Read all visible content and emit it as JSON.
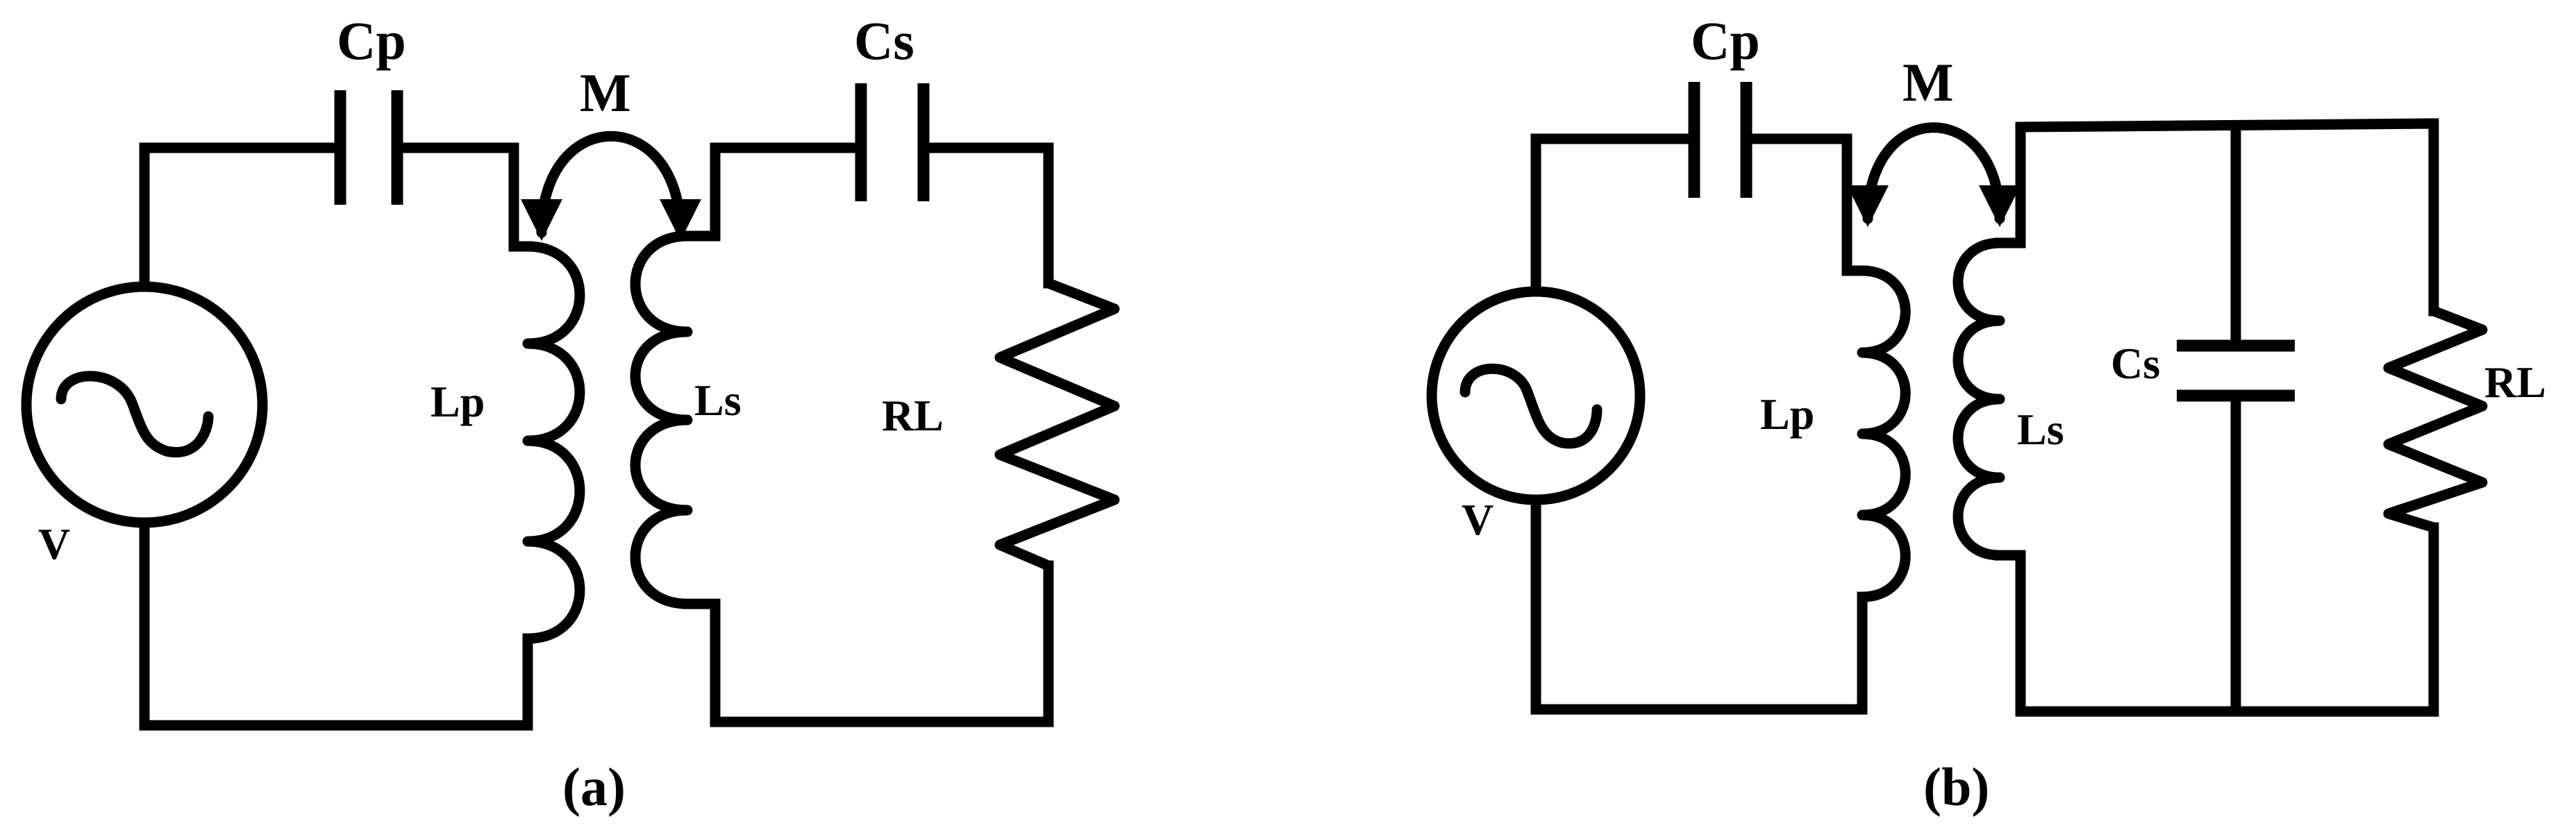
{
  "figure_a": {
    "caption": "(a)",
    "labels": {
      "source": "V",
      "primary_capacitor": "Cp",
      "mutual_inductance": "M",
      "secondary_capacitor": "Cs",
      "primary_inductor": "Lp",
      "secondary_inductor": "Ls",
      "load_resistor": "RL"
    }
  },
  "figure_b": {
    "caption": "(b)",
    "labels": {
      "source": "V",
      "primary_capacitor": "Cp",
      "mutual_inductance": "M",
      "secondary_capacitor": "Cs",
      "primary_inductor": "Lp",
      "secondary_inductor": "Ls",
      "load_resistor": "RL"
    }
  }
}
